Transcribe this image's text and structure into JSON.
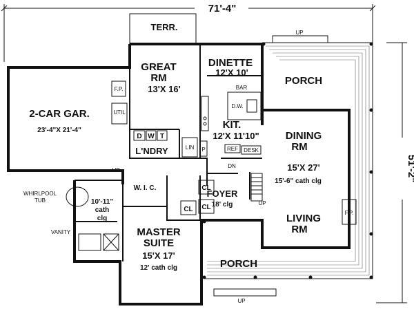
{
  "plan": {
    "overall_width": "71'-4\"",
    "overall_depth": "51'-2\"",
    "rooms": {
      "terrace": {
        "name": "TERR."
      },
      "great_room": {
        "name": "GREAT",
        "name2": "RM",
        "size": "13'X 16'"
      },
      "dinette": {
        "name": "DINETTE",
        "size": "12'X 10'"
      },
      "bar": {
        "name": "BAR"
      },
      "porch_top": {
        "name": "PORCH"
      },
      "garage": {
        "name": "2-CAR GAR.",
        "size": "23'-4\"X 21'-4\""
      },
      "fp_top": {
        "name": "F.P."
      },
      "util": {
        "name": "UTIL"
      },
      "dw": {
        "name": "D.W."
      },
      "kitchen": {
        "name": "KIT.",
        "size": "12'X 11'10\""
      },
      "dining": {
        "name": "DINING",
        "name2": "RM"
      },
      "laundry": {
        "name": "L'NDRY",
        "d": "D",
        "w": "W",
        "t": "T"
      },
      "lin": {
        "name": "LIN"
      },
      "pantry": {
        "name": "P"
      },
      "ref": {
        "name": "REF"
      },
      "desk": {
        "name": "DESK"
      },
      "dn": {
        "name": "DN"
      },
      "living_size": {
        "size": "15'X 27'",
        "clg": "15'-6\" cath clg"
      },
      "up_garage": {
        "name": "UP"
      },
      "up_top": {
        "name": "UP"
      },
      "up_stair": {
        "name": "UP"
      },
      "up_bottom": {
        "name": "UP"
      },
      "whirlpool": {
        "name": "WHIRLPOOL",
        "name2": "TUB"
      },
      "bath": {
        "size": "10'-11\"",
        "clg1": "cath",
        "clg2": "clg"
      },
      "wic": {
        "name": "W. I. C."
      },
      "cl1": {
        "name": "CL"
      },
      "cl2": {
        "name": "CL"
      },
      "cl3": {
        "name": "CL"
      },
      "foyer": {
        "name": "FOYER",
        "clg": "18' clg"
      },
      "fp_living": {
        "name": "F.P."
      },
      "living": {
        "name": "LIVING",
        "name2": "RM"
      },
      "vanity": {
        "name": "VANITY"
      },
      "master": {
        "name": "MASTER",
        "name2": "SUITE",
        "size": "15'X 17'",
        "clg": "12' cath clg"
      },
      "porch_bottom": {
        "name": "PORCH"
      }
    }
  }
}
